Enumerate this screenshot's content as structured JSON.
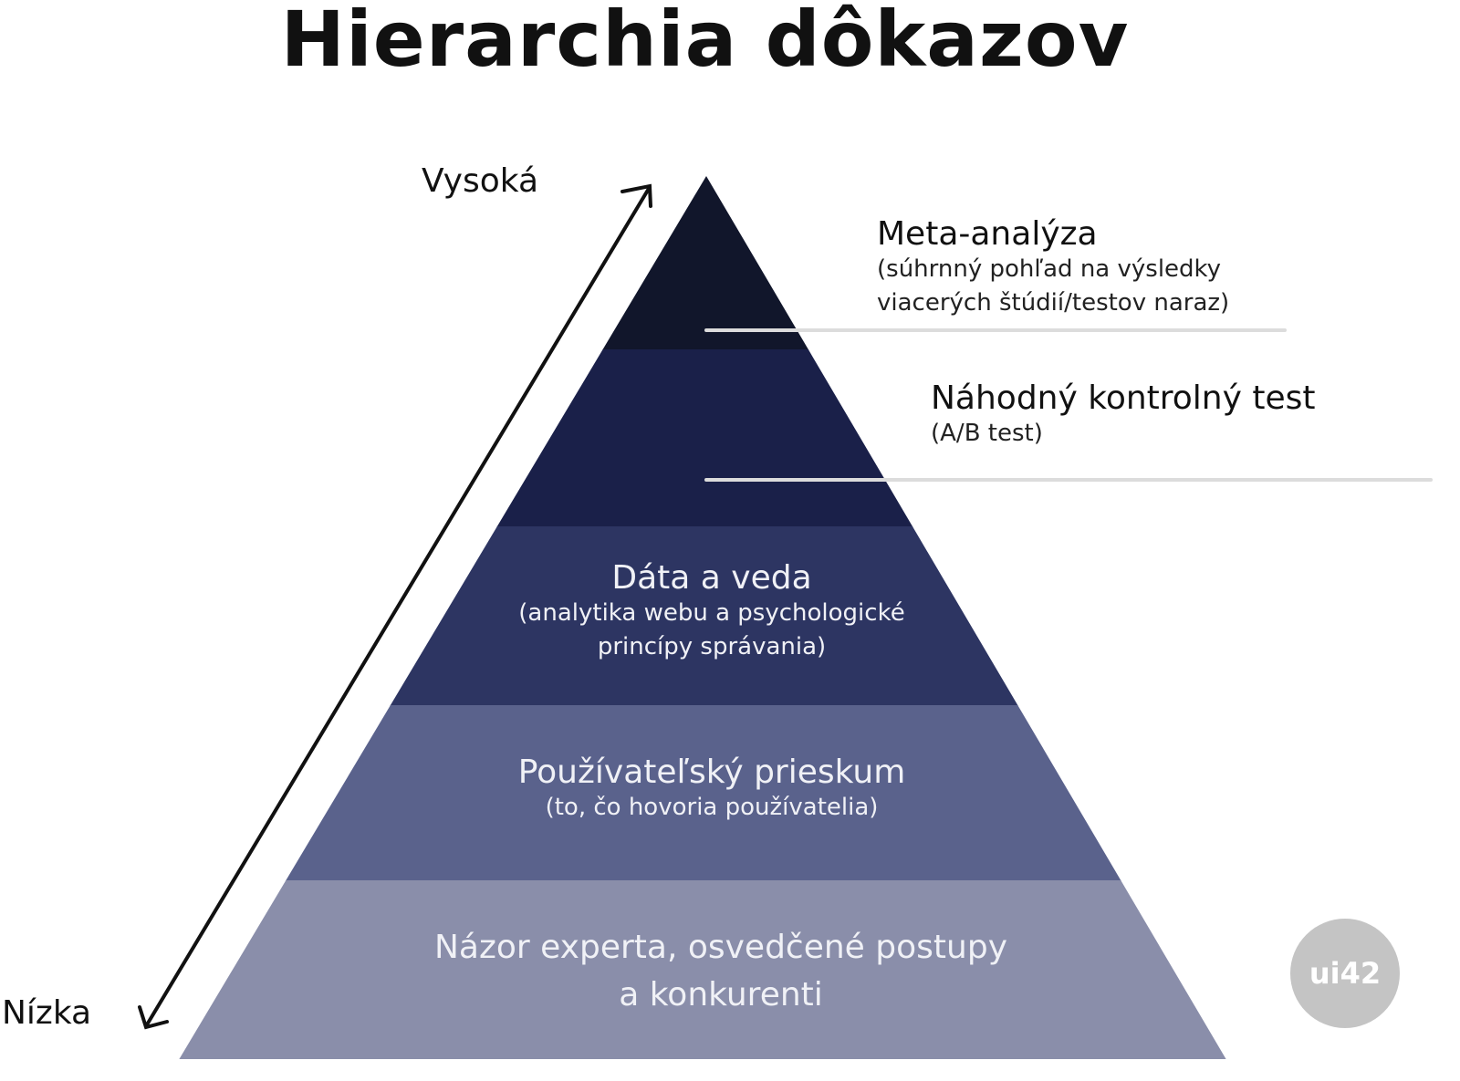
{
  "title": "Hierarchia dôkazov",
  "axis": {
    "high": "Vysoká",
    "low": "Nízka"
  },
  "levels": [
    {
      "title": "Meta-analýza",
      "subtitle_lines": [
        "(súhrnný pohľad na výsledky",
        "viacerých štúdií/testov naraz)"
      ],
      "color": "#11162b"
    },
    {
      "title": "Náhodný kontrolný test",
      "subtitle_lines": [
        "(A/B test)"
      ],
      "color": "#1a2049"
    },
    {
      "title": "Dáta a veda",
      "subtitle_lines": [
        "(analytika webu a psychologické",
        "princípy správania)"
      ],
      "color": "#2d3562"
    },
    {
      "title": "Používateľský prieskum",
      "subtitle_lines": [
        "(to, čo hovoria používatelia)"
      ],
      "color": "#5a628c"
    },
    {
      "title_lines": [
        "Názor experta, osvedčené postupy",
        "a konkurenti"
      ],
      "color": "#8a8eaa"
    }
  ],
  "logo": "ui42"
}
